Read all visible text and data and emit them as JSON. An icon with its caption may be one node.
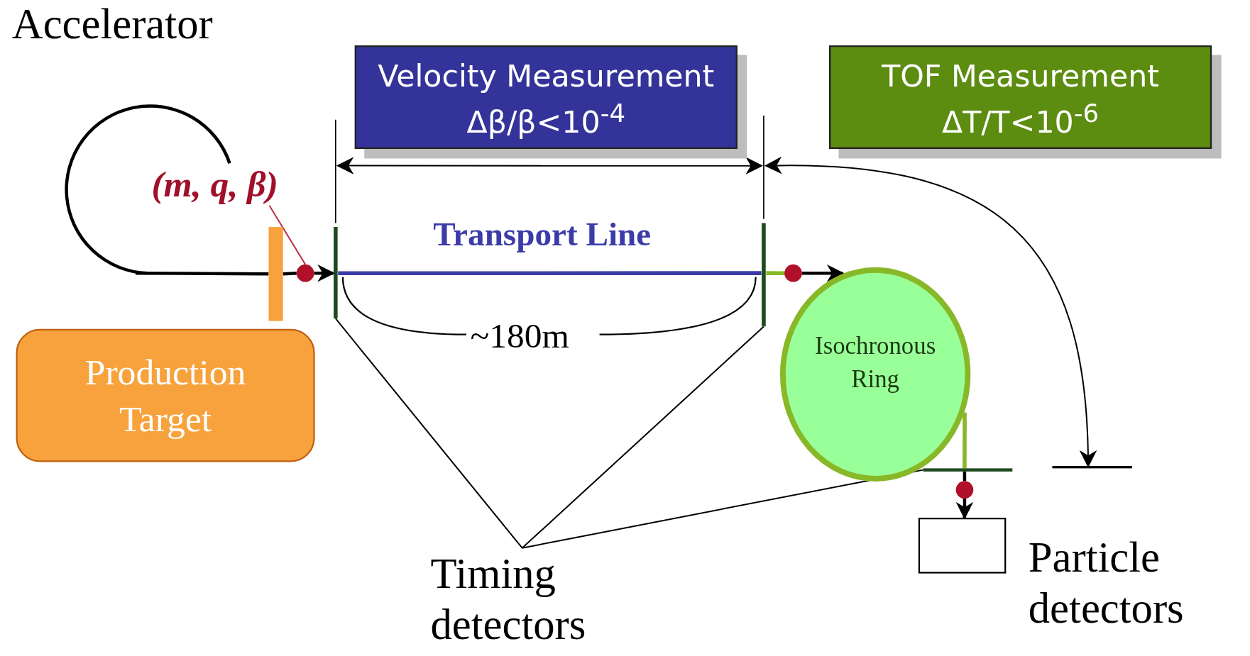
{
  "diagram": {
    "nodes": [
      {
        "text": [
          "Accelerator"
        ]
      },
      {
        "text": [
          "Velocity Measurement",
          "Δβ/β<10$^{-4}$"
        ]
      },
      {
        "text": [
          "TOF Measurement",
          "ΔT/T<10$^{-6}$"
        ]
      },
      {
        "text": [
          "(m, q, β)"
        ]
      },
      {
        "text": [],
        "shape": "bar"
      },
      {
        "text": [],
        "shape": "circle"
      },
      {
        "text": [],
        "shape": "bar"
      },
      {
        "text": [],
        "shape": "bar"
      },
      {
        "text": [],
        "shape": "circle"
      },
      {
        "text": [
          "Production Target"
        ]
      },
      {
        "text": [
          "Isochronous Ring"
        ]
      },
      {
        "text": [],
        "shape": "bar"
      },
      {
        "text": [],
        "shape": "bar"
      },
      {
        "text": [],
        "shape": "circle"
      },
      {
        "text": [],
        "shape": "box",
        "beside": [
          "Particle detectors"
        ]
      },
      {
        "text": [
          "Timing detectors"
        ]
      }
    ],
    "edges": [
      {
        "from": 0,
        "to": 4,
        "arrow": "none"
      },
      {
        "from": 4,
        "to": 5,
        "arrow": "none"
      },
      {
        "from": 5,
        "to": 6,
        "arrow": "to"
      },
      {
        "from": 6,
        "to": 7,
        "arrow": "none",
        "label": "Transport Line",
        "color": "#3c3ca8"
      },
      {
        "from": 7,
        "to": 8,
        "arrow": "none",
        "color": "#88b828"
      },
      {
        "from": 8,
        "to": 10,
        "arrow": "to"
      },
      {
        "from": 10,
        "to": 12,
        "arrow": "none",
        "color": "#88b828"
      },
      {
        "from": 12,
        "to": 13,
        "arrow": "none"
      },
      {
        "from": 13,
        "to": 14,
        "arrow": "to"
      },
      {
        "from": 6,
        "to": 7,
        "arrow": "both"
      },
      {
        "from": 7,
        "to": 11,
        "arrow": "both"
      },
      {
        "from": 3,
        "to": 5,
        "arrow": "none",
        "color": "#c0304a"
      },
      {
        "from": 15,
        "to": 6,
        "arrow": "none"
      },
      {
        "from": 15,
        "to": 7,
        "arrow": "none"
      },
      {
        "from": 15,
        "to": 12,
        "arrow": "none"
      }
    ],
    "labels": [
      "~180m"
    ]
  }
}
